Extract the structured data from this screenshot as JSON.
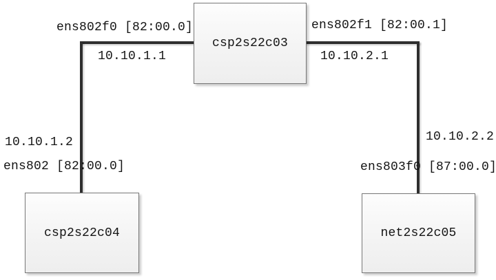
{
  "diagram": {
    "type": "network-topology",
    "nodes": [
      {
        "id": "top",
        "label": "csp2s22c03"
      },
      {
        "id": "bottom_left",
        "label": "csp2s22c04"
      },
      {
        "id": "bottom_right",
        "label": "net2s22c05"
      }
    ],
    "links": [
      {
        "from_node": "csp2s22c03",
        "to_node": "csp2s22c04",
        "from_interface": "ens802f0 [82:00.0]",
        "from_ip": "10.10.1.1",
        "to_ip": "10.10.1.2",
        "to_interface": "ens802 [82:00.0]"
      },
      {
        "from_node": "csp2s22c03",
        "to_node": "net2s22c05",
        "from_interface": "ens802f1 [82:00.1]",
        "from_ip": "10.10.2.1",
        "to_ip": "10.10.2.2",
        "to_interface": "ens803f0 [87:00.0]"
      }
    ],
    "colors": {
      "line_color": "#2e2e2e",
      "node_border": "#767676",
      "node_fill": "#f3f3f3",
      "text_color": "#141414"
    }
  }
}
